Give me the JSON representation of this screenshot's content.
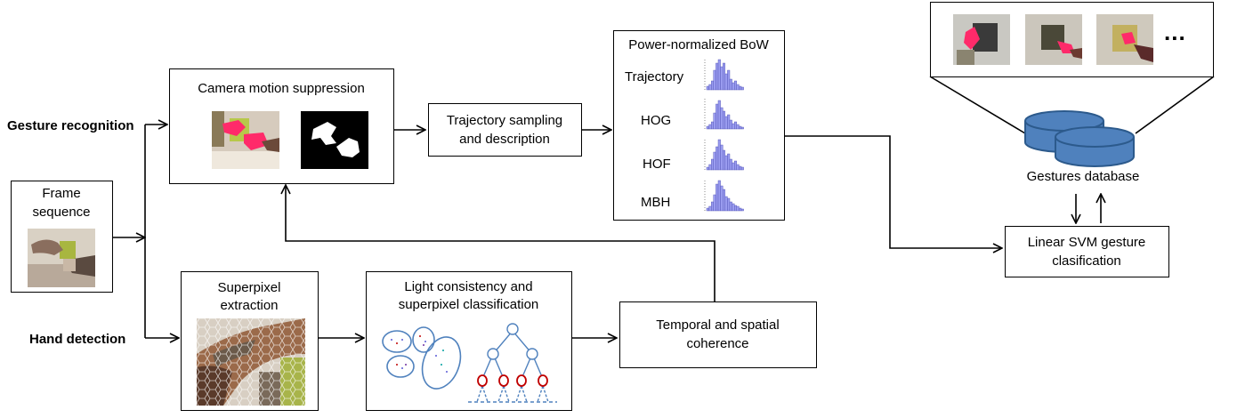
{
  "side_labels": {
    "gesture_recognition": "Gesture recognition",
    "hand_detection": "Hand detection"
  },
  "frame_sequence": {
    "line1": "Frame",
    "line2": "sequence"
  },
  "camera_motion": {
    "title": "Camera motion suppression"
  },
  "trajectory_sampling": {
    "line1": "Trajectory sampling",
    "line2": "and description"
  },
  "bow": {
    "title": "Power-normalized BoW",
    "rows": [
      "Trajectory",
      "HOG",
      "HOF",
      "MBH"
    ]
  },
  "superpixel": {
    "line1": "Superpixel",
    "line2": "extraction"
  },
  "light_consistency": {
    "line1": "Light consistency and",
    "line2": "superpixel classification"
  },
  "temporal": {
    "line1": "Temporal and spatial",
    "line2": "coherence"
  },
  "database": {
    "label": "Gestures database",
    "ellipsis": "..."
  },
  "svm": {
    "line1": "Linear SVM gesture",
    "line2": "clasification"
  },
  "colors": {
    "hist_fill": "#9a9cf0",
    "hist_stroke": "#4a4bb0",
    "db_fill": "#4f81bd",
    "db_stroke": "#2c5a8c",
    "tree_node_blue": "#4f81bd",
    "tree_node_red": "#c00000",
    "cluster_stroke": "#4f81bd"
  }
}
